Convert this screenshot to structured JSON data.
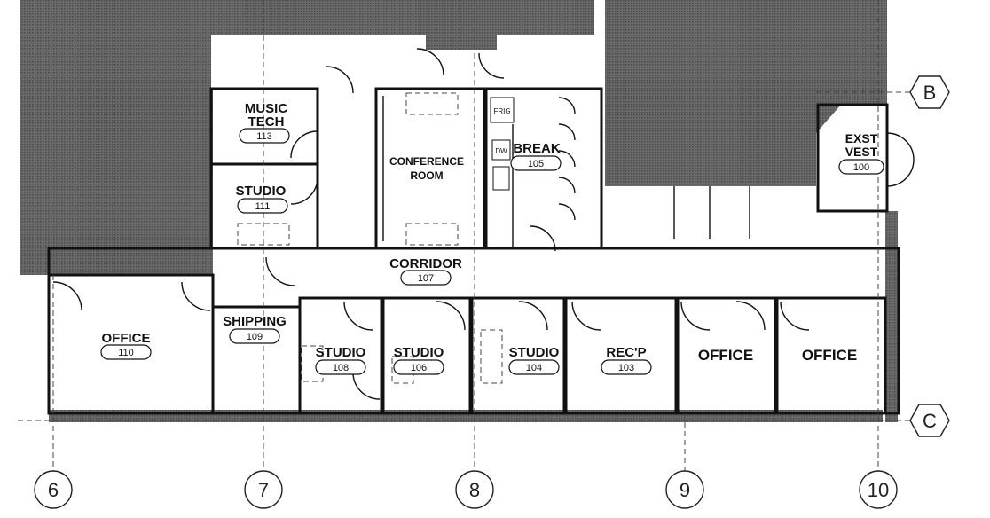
{
  "plan": {
    "rooms": {
      "music_tech": {
        "name_line1": "MUSIC",
        "name_line2": "TECH",
        "number": "113"
      },
      "studio_111": {
        "name": "STUDIO",
        "number": "111"
      },
      "conference": {
        "name_line1": "CONFERENCE",
        "name_line2": "ROOM"
      },
      "frig": {
        "name": "FRIG"
      },
      "dw": {
        "name": "DW"
      },
      "break": {
        "name": "BREAK",
        "number": "105"
      },
      "exst_vest": {
        "name_line1": "EXST",
        "name_line2": "VEST",
        "number": "100"
      },
      "corridor": {
        "name": "CORRIDOR",
        "number": "107"
      },
      "office_110": {
        "name": "OFFICE",
        "number": "110"
      },
      "shipping": {
        "name": "SHIPPING",
        "number": "109"
      },
      "studio_108": {
        "name": "STUDIO",
        "number": "108"
      },
      "studio_106": {
        "name": "STUDIO",
        "number": "106"
      },
      "studio_104": {
        "name": "STUDIO",
        "number": "104"
      },
      "recp": {
        "name": "REC'P",
        "number": "103"
      },
      "office_a": {
        "name": "OFFICE"
      },
      "office_b": {
        "name": "OFFICE"
      }
    },
    "grid_lines": {
      "g6": "6",
      "g7": "7",
      "g8": "8",
      "g9": "9",
      "g10": "10",
      "gB": "B",
      "gC": "C"
    }
  }
}
